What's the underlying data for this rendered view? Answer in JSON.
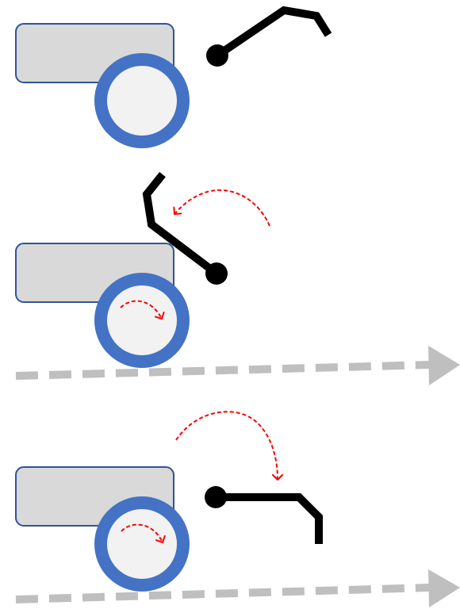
{
  "colors": {
    "background": "#ffffff",
    "body_fill": "#d9d9d9",
    "body_stroke": "#2f5597",
    "wheel_rim": "#4472c4",
    "wheel_hub": "#f2f2f2",
    "arm": "#000000",
    "rotation_arrow": "#ff0000",
    "motion_arrow": "#bfbfbf"
  },
  "icons": {
    "body": "rounded-rectangle",
    "wheel": "circle-with-blue-rim",
    "arm": "black-jointed-arm",
    "rotation_arrow": "red-dashed-curved-arrow",
    "motion_arrow": "gray-dashed-arrow"
  },
  "frames": [
    {
      "arm_pose": "raised-forward",
      "arm_swing": "none",
      "wheel_spin": "none",
      "ground_motion": "none"
    },
    {
      "arm_pose": "swung-backward-over-body",
      "arm_swing": "counter-clockwise",
      "wheel_spin": "clockwise",
      "ground_motion": "forward"
    },
    {
      "arm_pose": "lowered-forward",
      "arm_swing": "clockwise",
      "wheel_spin": "clockwise",
      "ground_motion": "forward"
    }
  ]
}
